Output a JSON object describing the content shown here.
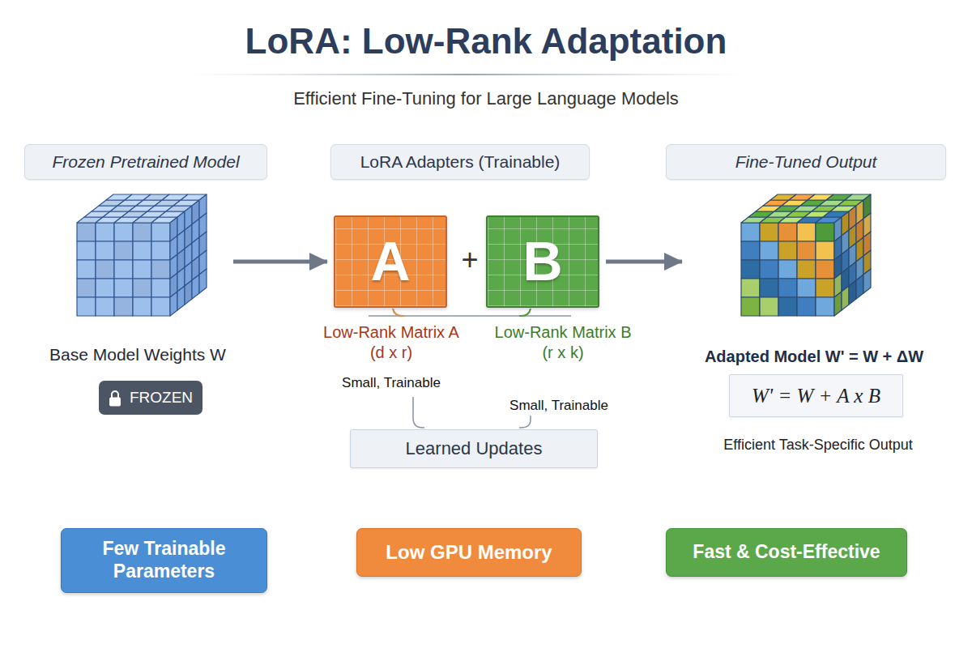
{
  "diagram": {
    "title": "LoRA: Low-Rank Adaptation",
    "nodes": [
      {
        "text": [
          "Frozen Pretrained Model"
        ]
      },
      {
        "text": [
          "LoRA Adapters (Trainable)"
        ]
      },
      {
        "text": [
          "Fine-Tuned Output"
        ]
      },
      {
        "text": [
          "Base Model Weights W"
        ]
      },
      {
        "text": [
          "A"
        ]
      },
      {
        "text": [
          "B"
        ]
      },
      {
        "text": [
          "Adapted Model W' = W + ΔW"
        ]
      },
      {
        "text": [
          "FROZEN"
        ]
      },
      {
        "text": [
          "W' = W + A x B"
        ]
      },
      {
        "text": [
          "Learned Updates"
        ]
      },
      {
        "text": [
          "Few Trainable Parameters"
        ]
      },
      {
        "text": [
          "Low GPU Memory"
        ]
      },
      {
        "text": [
          "Fast & Cost-Effective"
        ]
      }
    ],
    "edges": [
      {
        "from": 3,
        "to": 4,
        "arrow": "to"
      },
      {
        "from": 5,
        "to": 6,
        "arrow": "to"
      }
    ],
    "labels": [
      "Efficient Fine-Tuning for Large Language Models",
      "+",
      "Low-Rank Matrix A (d x r)",
      "Small, Trainable",
      "Low-Rank Matrix B (r x k)",
      "Small, Trainable",
      "Efficient Task-Specific Output"
    ]
  }
}
